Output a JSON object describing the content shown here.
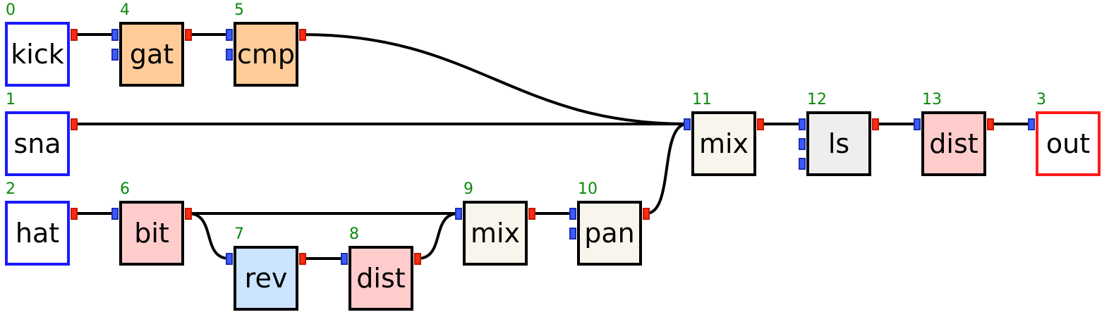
{
  "colors": {
    "input_border": "#1a1aff",
    "output_border": "#ff1a1a",
    "index_text": "#0a8a0a",
    "inlet_port": "#3b5bff",
    "outlet_port": "#ff2a10",
    "peach": "#ffcc99",
    "pink": "#ffcccc",
    "cream": "#f7f5ec",
    "grey": "#eeeeee",
    "blue": "#cce4ff"
  },
  "nodes": [
    {
      "id": "0",
      "label": "kick",
      "kind": "input",
      "fill": "#ffffff"
    },
    {
      "id": "4",
      "label": "gat",
      "kind": "effect",
      "fill": "#ffcc99"
    },
    {
      "id": "5",
      "label": "cmp",
      "kind": "effect",
      "fill": "#ffcc99"
    },
    {
      "id": "1",
      "label": "sna",
      "kind": "input",
      "fill": "#ffffff"
    },
    {
      "id": "2",
      "label": "hat",
      "kind": "input",
      "fill": "#ffffff"
    },
    {
      "id": "6",
      "label": "bit",
      "kind": "effect",
      "fill": "#ffcccc"
    },
    {
      "id": "7",
      "label": "rev",
      "kind": "effect",
      "fill": "#cce4ff"
    },
    {
      "id": "8",
      "label": "dist",
      "kind": "effect",
      "fill": "#ffcccc"
    },
    {
      "id": "9",
      "label": "mix",
      "kind": "effect",
      "fill": "#f7f5ec"
    },
    {
      "id": "10",
      "label": "pan",
      "kind": "effect",
      "fill": "#f7f5ec"
    },
    {
      "id": "11",
      "label": "mix",
      "kind": "effect",
      "fill": "#f7f5ec"
    },
    {
      "id": "12",
      "label": "ls",
      "kind": "effect",
      "fill": "#eeeeee"
    },
    {
      "id": "13",
      "label": "dist",
      "kind": "effect",
      "fill": "#ffcccc"
    },
    {
      "id": "3",
      "label": "out",
      "kind": "output",
      "fill": "#ffffff"
    }
  ],
  "edges": [
    {
      "from": "0",
      "to": "4"
    },
    {
      "from": "4",
      "to": "5"
    },
    {
      "from": "5",
      "to": "11"
    },
    {
      "from": "1",
      "to": "11"
    },
    {
      "from": "2",
      "to": "6"
    },
    {
      "from": "6",
      "to": "7"
    },
    {
      "from": "6",
      "to": "9"
    },
    {
      "from": "7",
      "to": "8"
    },
    {
      "from": "8",
      "to": "9"
    },
    {
      "from": "9",
      "to": "10"
    },
    {
      "from": "10",
      "to": "11"
    },
    {
      "from": "11",
      "to": "12"
    },
    {
      "from": "12",
      "to": "13"
    },
    {
      "from": "13",
      "to": "3"
    }
  ]
}
